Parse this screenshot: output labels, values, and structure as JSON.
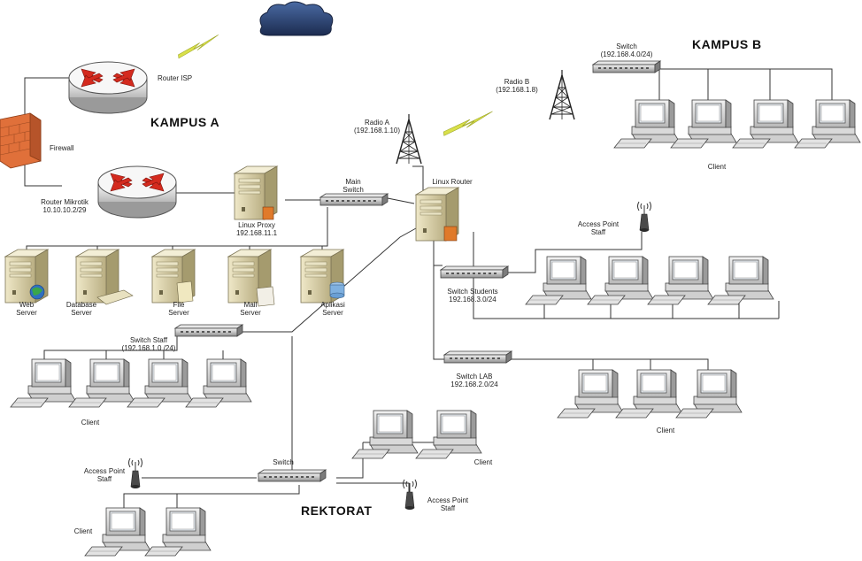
{
  "campus_a": {
    "title": "KAMPUS A"
  },
  "campus_b": {
    "title": "KAMPUS B"
  },
  "rektorat": {
    "title": "REKTORAT"
  },
  "router_isp": {
    "label": "Router ISP"
  },
  "firewall": {
    "label": "Firewall"
  },
  "router_mikrotik": {
    "line1": "Router Mikrotik",
    "line2": "10.10.10.2/29"
  },
  "linux_proxy": {
    "line1": "Linux Proxy",
    "line2": "192.168.11.1"
  },
  "main_switch": {
    "line1": "Main",
    "line2": "Switch"
  },
  "linux_router": {
    "label": "Linux Router"
  },
  "radio_a": {
    "line1": "Radio A",
    "line2": "(192.168.1.10)"
  },
  "radio_b": {
    "line1": "Radio B",
    "line2": "(192.168.1.8)"
  },
  "switch_b": {
    "line1": "Switch",
    "line2": "(192.168.4.0/24)"
  },
  "servers": [
    {
      "line1": "Web",
      "line2": "Server"
    },
    {
      "line1": "Database",
      "line2": "Server"
    },
    {
      "line1": "File",
      "line2": "Server"
    },
    {
      "line1": "Mail",
      "line2": "Server"
    },
    {
      "line1": "Aplikasi",
      "line2": "Server"
    }
  ],
  "switch_staff": {
    "line1": "Switch Staff",
    "line2": "(192.168.1.0 /24)"
  },
  "switch_students": {
    "line1": "Switch Students",
    "line2": "192.168.3.0/24"
  },
  "switch_lab": {
    "line1": "Switch LAB",
    "line2": "192.168.2.0/24"
  },
  "switch_rektorat": {
    "label": "Switch"
  },
  "access_points": {
    "staff_top": {
      "line1": "Access Point",
      "line2": "Staff"
    },
    "rektorat_left": {
      "line1": "Access Point",
      "line2": "Staff"
    },
    "rektorat_right": {
      "line1": "Access Point",
      "line2": "Staff"
    }
  },
  "client_labels": {
    "kampus_b": "Client",
    "staff": "Client",
    "lab": "Client",
    "rektorat_top": "Client",
    "rektorat_bottom": "Client"
  },
  "colors": {
    "router_red": "#d42a1e",
    "firewall_brick": "#e0703a",
    "cloud": "#2b3f6b",
    "lightning": "#d9e04a",
    "server_beige": "#d8cfa6",
    "line": "#333333"
  }
}
